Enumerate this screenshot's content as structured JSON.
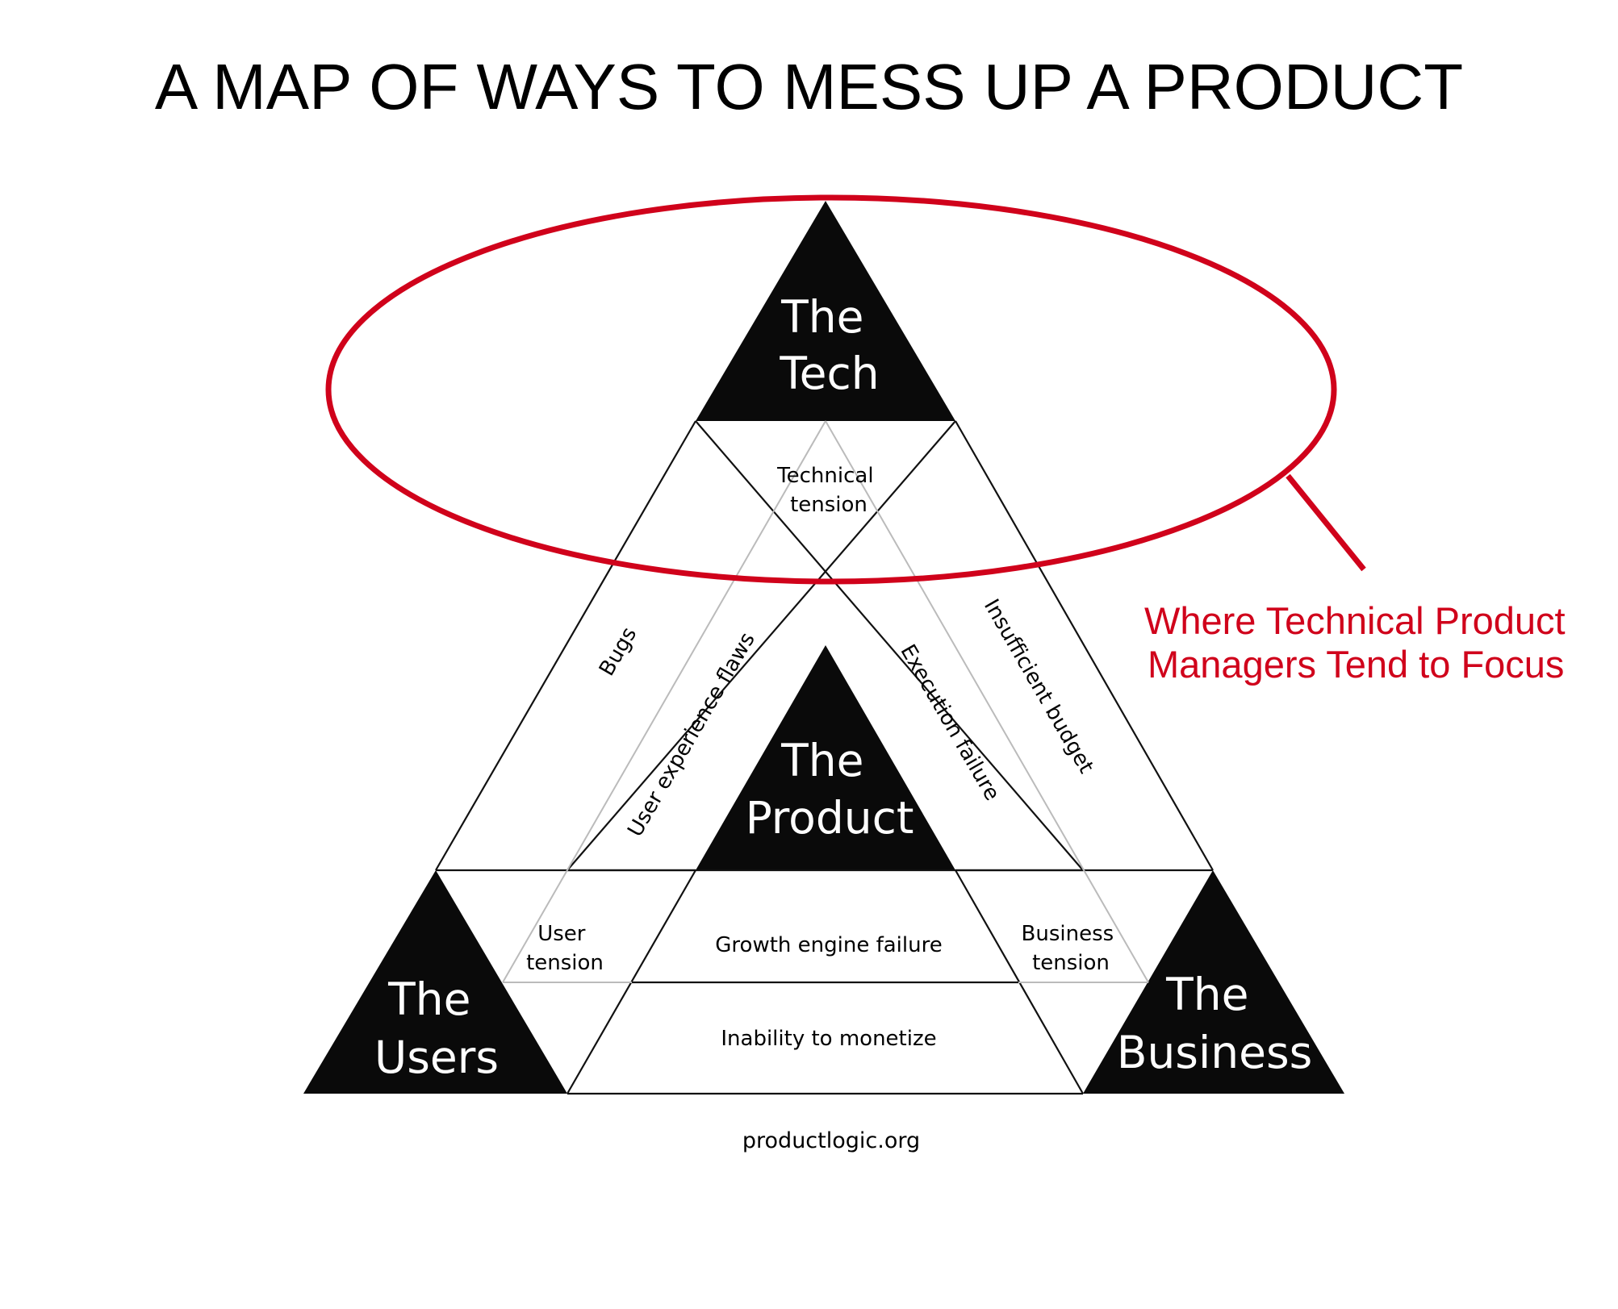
{
  "title": "A MAP OF WAYS TO MESS UP A PRODUCT",
  "vertices": {
    "tech": [
      "The",
      "Tech"
    ],
    "product": [
      "The",
      "Product"
    ],
    "users": [
      "The",
      "Users"
    ],
    "business": [
      "The",
      "Business"
    ]
  },
  "tensions": {
    "technical": [
      "Technical",
      "tension"
    ],
    "user": [
      "User",
      "tension"
    ],
    "business": [
      "Business",
      "tension"
    ]
  },
  "failures": {
    "bugs": "Bugs",
    "ux_flaws": "User experience flaws",
    "execution": "Execution failure",
    "budget": "Insufficient budget",
    "growth": "Growth engine failure",
    "monetize": "Inability to monetize"
  },
  "annotation": {
    "lines": [
      "Where Technical Product",
      "Managers Tend to Focus"
    ],
    "color": "#d0021b"
  },
  "footer": "productlogic.org",
  "colors": {
    "fill": "#0a0a0a",
    "accent": "#d0021b",
    "light_line": "#bbbbbb"
  }
}
